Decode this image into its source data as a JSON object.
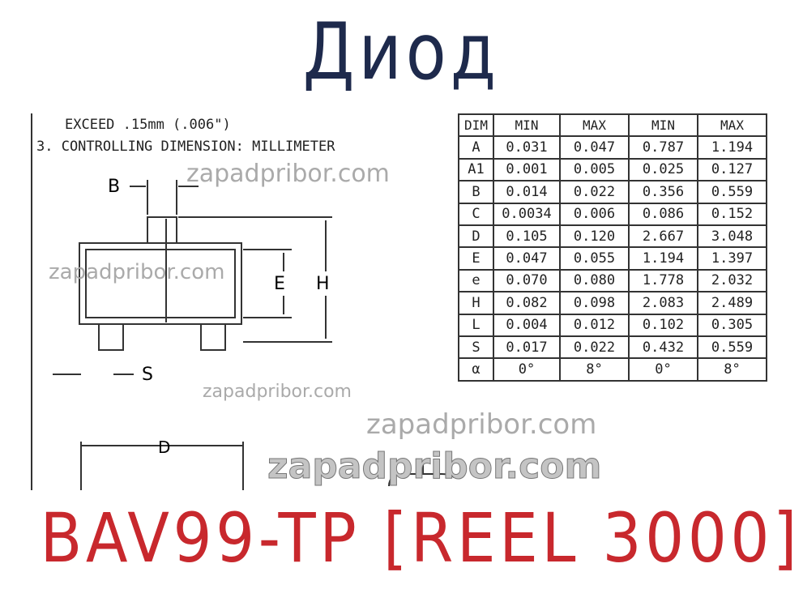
{
  "title": "Диод",
  "part_number": "BAV99-TP [REEL 3000]",
  "notes": [
    "EXCEED .15mm (.006\")",
    "3. CONTROLLING DIMENSION: MILLIMETER"
  ],
  "drawing_labels": {
    "b": "B",
    "e": "E",
    "h": "H",
    "s": "S",
    "d": "D"
  },
  "table": {
    "headers": [
      "DIM",
      "MIN",
      "MAX",
      "MIN",
      "MAX"
    ],
    "rows": [
      [
        "A",
        "0.031",
        "0.047",
        "0.787",
        "1.194"
      ],
      [
        "A1",
        "0.001",
        "0.005",
        "0.025",
        "0.127"
      ],
      [
        "B",
        "0.014",
        "0.022",
        "0.356",
        "0.559"
      ],
      [
        "C",
        "0.0034",
        "0.006",
        "0.086",
        "0.152"
      ],
      [
        "D",
        "0.105",
        "0.120",
        "2.667",
        "3.048"
      ],
      [
        "E",
        "0.047",
        "0.055",
        "1.194",
        "1.397"
      ],
      [
        "e",
        "0.070",
        "0.080",
        "1.778",
        "2.032"
      ],
      [
        "H",
        "0.082",
        "0.098",
        "2.083",
        "2.489"
      ],
      [
        "L",
        "0.004",
        "0.012",
        "0.102",
        "0.305"
      ],
      [
        "S",
        "0.017",
        "0.022",
        "0.432",
        "0.559"
      ],
      [
        "α",
        "0°",
        "8°",
        "0°",
        "8°"
      ]
    ]
  },
  "watermarks": {
    "small": "zapadpribor.com",
    "big": "zapadpribor.com"
  },
  "colors": {
    "title": "#1e2a4c",
    "part": "#c8282d"
  }
}
